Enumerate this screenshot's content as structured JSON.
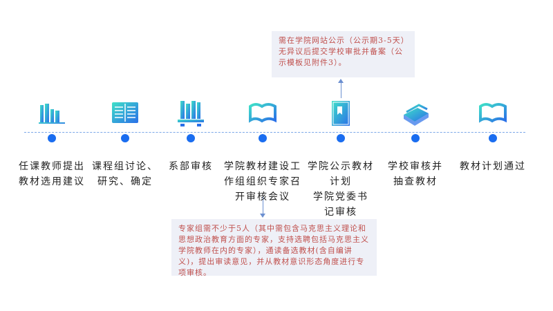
{
  "steps": [
    {
      "label_lines": [
        "任课教师提出",
        "教材选用建议"
      ],
      "icon": "books-icon"
    },
    {
      "label_lines": [
        "课程组讨论、",
        "研究、确定"
      ],
      "icon": "open-book-lines-icon"
    },
    {
      "label_lines": [
        "系部审核"
      ],
      "icon": "bookshelf-icon"
    },
    {
      "label_lines": [
        "学院教材建设工",
        "作组组织专家召",
        "开审核会议"
      ],
      "icon": "open-book-icon"
    },
    {
      "label_lines": [
        "学院公示教材",
        "计划",
        "学院党委书",
        "记审核"
      ],
      "icon": "bookmark-book-icon"
    },
    {
      "label_lines": [
        "学校审核并",
        "抽查教材"
      ],
      "icon": "book-stack-icon"
    },
    {
      "label_lines": [
        "教材计划通过"
      ],
      "icon": "open-book-icon"
    }
  ],
  "notes": {
    "publicity": "需在学院网站公示（公示期3-5天）无异议后提交学校审批并备案（公示模板见附件3）。",
    "expert": "专家组需不少于5人（其中需包含马克思主义理论和思想政治教育方面的专家，支持选聘包括马克思主义学院教师在内的专家），通读备选教材(含自编讲义)，提出审读意见，并从教材意识形态角度进行专项审核。"
  },
  "colors": {
    "accent": "#1a6df0",
    "note_text": "#c0504d",
    "note_bg": "#eef0f7"
  }
}
